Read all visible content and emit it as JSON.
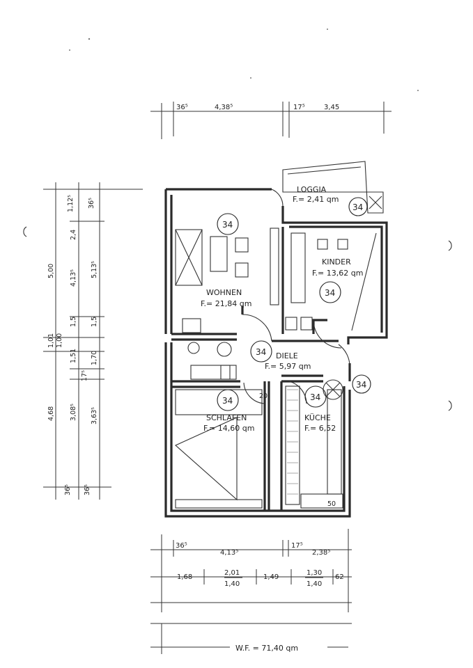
{
  "rooms": {
    "wohnen": {
      "name": "WOHNEN",
      "area": "F.= 21,84 qm",
      "tag": "34"
    },
    "kinder": {
      "name": "KINDER",
      "area": "F.= 13,62 qm",
      "tag": "34"
    },
    "loggia": {
      "name": "LOGGIA",
      "area": "F.= 2,41 qm",
      "tag": "34"
    },
    "diele": {
      "name": "DIELE",
      "area": "F.= 5,97 qm",
      "tag": "34"
    },
    "schlafen": {
      "name": "SCHLAFEN",
      "area": "F.= 14,60 qm",
      "tag": "34"
    },
    "kuche": {
      "name": "KÜCHE",
      "area": "F.= 6,52",
      "tag": "34"
    },
    "bad": {
      "tag": "34"
    }
  },
  "dimensions": {
    "top": [
      "36⁵",
      "4,38⁵",
      "17⁵",
      "3,45"
    ],
    "bottom_row1": [
      "36⁵",
      "4,13⁵",
      "17⁵",
      "2,38⁵"
    ],
    "bottom_row2": [
      "1,68",
      "2,01",
      "1,40",
      "1,49",
      "1,30",
      "1,40",
      "62"
    ],
    "left_outer": [
      "5,00",
      "1,01",
      "1,00",
      "4,68"
    ],
    "left_mid": [
      "2,4",
      "4,13⁵",
      "1,5",
      "1,51",
      "17⁵",
      "3,08⁵",
      "36⁵"
    ],
    "left_inner": [
      "1,12⁵",
      "36⁵",
      "5,13⁵",
      "1,5",
      "1,70",
      "3,63⁵",
      "36⁵"
    ],
    "misc": [
      "20",
      "50"
    ]
  },
  "total": "W.F. = 71,40 qm"
}
